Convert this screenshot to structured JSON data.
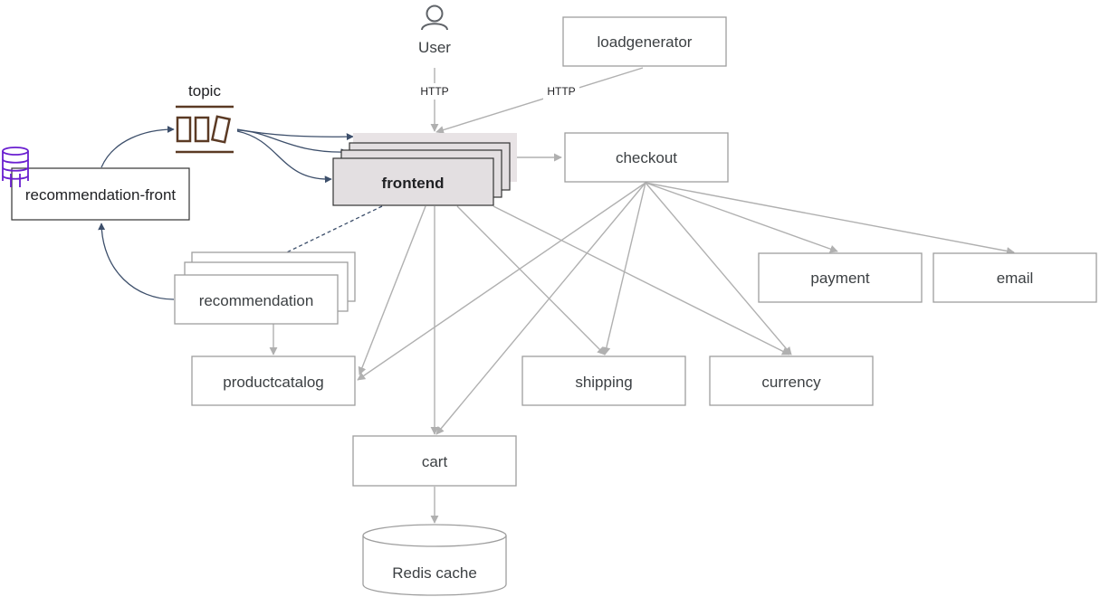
{
  "user": {
    "label": "User"
  },
  "loadgenerator": {
    "label": "loadgenerator"
  },
  "topic": {
    "label": "topic"
  },
  "frontend": {
    "label": "frontend"
  },
  "checkout": {
    "label": "checkout"
  },
  "recommendation_front": {
    "label": "recommendation-front"
  },
  "recommendation": {
    "label": "recommendation"
  },
  "payment": {
    "label": "payment"
  },
  "email": {
    "label": "email"
  },
  "productcatalog": {
    "label": "productcatalog"
  },
  "shipping": {
    "label": "shipping"
  },
  "currency": {
    "label": "currency"
  },
  "cart": {
    "label": "cart"
  },
  "redis": {
    "label": "Redis cache"
  },
  "edges": {
    "http_user": "HTTP",
    "http_loadgen": "HTTP"
  },
  "colors": {
    "edge_gray": "#b0b0b0",
    "edge_blue": "#3d4f6b",
    "frontend_fill": "#e3dfe1",
    "frontend_shadow": "#e8e3e5",
    "topic_brown": "#5b3a24",
    "db_purple": "#6a1fd0"
  }
}
